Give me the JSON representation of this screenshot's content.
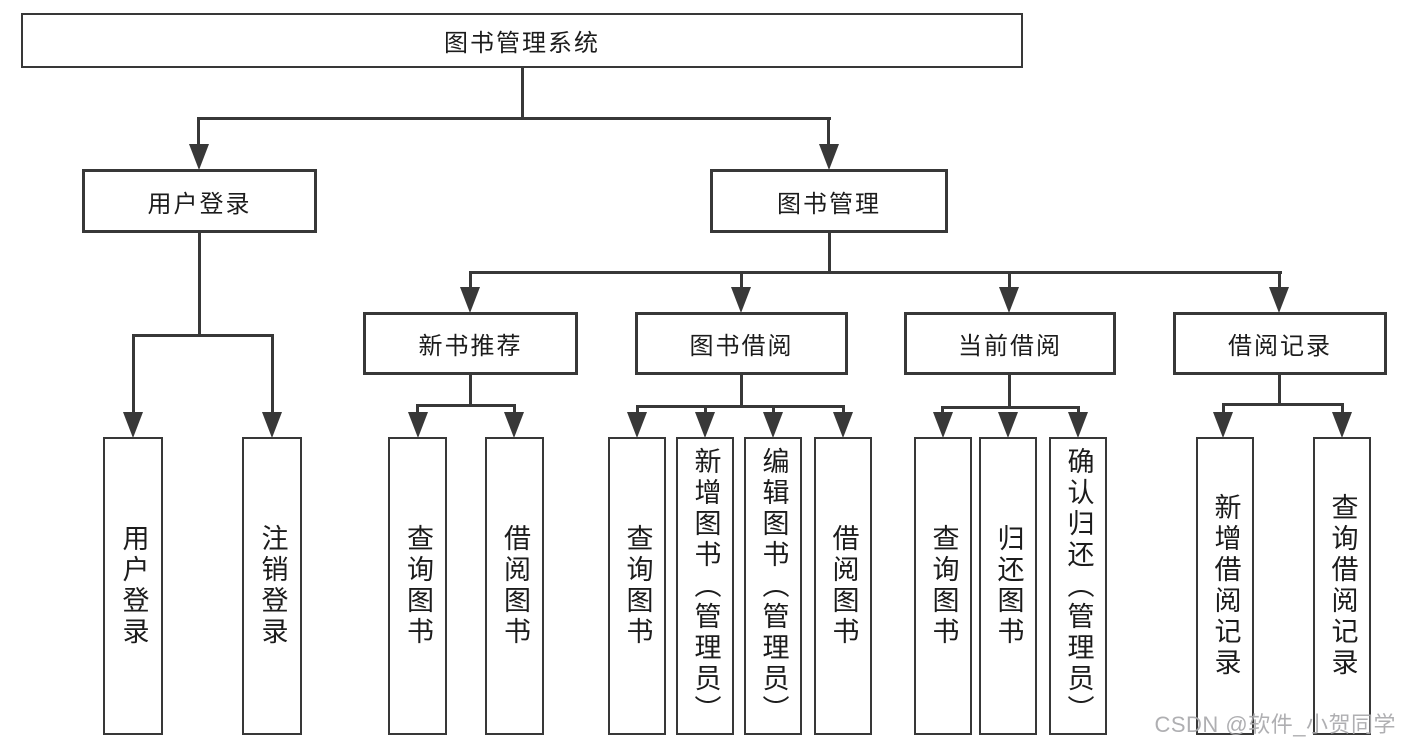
{
  "diagram_title": "图书管理系统",
  "root": {
    "label": "图书管理系统"
  },
  "level2": [
    {
      "label": "用户登录"
    },
    {
      "label": "图书管理"
    }
  ],
  "level3": [
    {
      "label": "新书推荐",
      "parent": "图书管理"
    },
    {
      "label": "图书借阅",
      "parent": "图书管理"
    },
    {
      "label": "当前借阅",
      "parent": "图书管理"
    },
    {
      "label": "借阅记录",
      "parent": "图书管理"
    }
  ],
  "leaves": [
    {
      "label": "用户登录",
      "parent": "用户登录"
    },
    {
      "label": "注销登录",
      "parent": "用户登录"
    },
    {
      "label": "查询图书",
      "parent": "新书推荐"
    },
    {
      "label": "借阅图书",
      "parent": "新书推荐"
    },
    {
      "label": "查询图书",
      "parent": "图书借阅"
    },
    {
      "label": "新增图书（管理员）",
      "parent": "图书借阅"
    },
    {
      "label": "编辑图书（管理员）",
      "parent": "图书借阅"
    },
    {
      "label": "借阅图书",
      "parent": "图书借阅"
    },
    {
      "label": "查询图书",
      "parent": "当前借阅"
    },
    {
      "label": "归还图书",
      "parent": "当前借阅"
    },
    {
      "label": "确认归还（管理员）",
      "parent": "当前借阅"
    },
    {
      "label": "新增借阅记录",
      "parent": "借阅记录"
    },
    {
      "label": "查询借阅记录",
      "parent": "借阅记录"
    }
  ],
  "watermark": "CSDN @软件_小贺同学",
  "colors": {
    "line": "#383838",
    "text": "#1c1c1c",
    "watermark": "#a9a9ac",
    "background": "#ffffff"
  }
}
